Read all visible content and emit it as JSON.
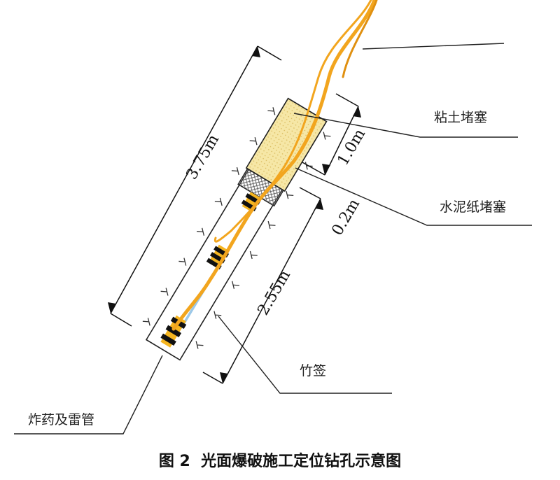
{
  "labels": {
    "clay_plug": "粘土堵塞",
    "cement_paper_plug": "水泥纸堵塞",
    "bamboo_stick": "竹签",
    "explosive_detonator": "炸药及雷管"
  },
  "dimensions": {
    "total_length": "3.75m",
    "clay_length": "1.0m",
    "cement_length": "0.2m",
    "charge_length": "2.55m"
  },
  "caption": "图 2  光面爆破施工定位钻孔示意图",
  "colors": {
    "clay": "#f6e7a6",
    "fuse": "#f2a51e",
    "bamboo": "#9cc8e8",
    "charge": "#111111",
    "charge_band": "#f5b520"
  }
}
